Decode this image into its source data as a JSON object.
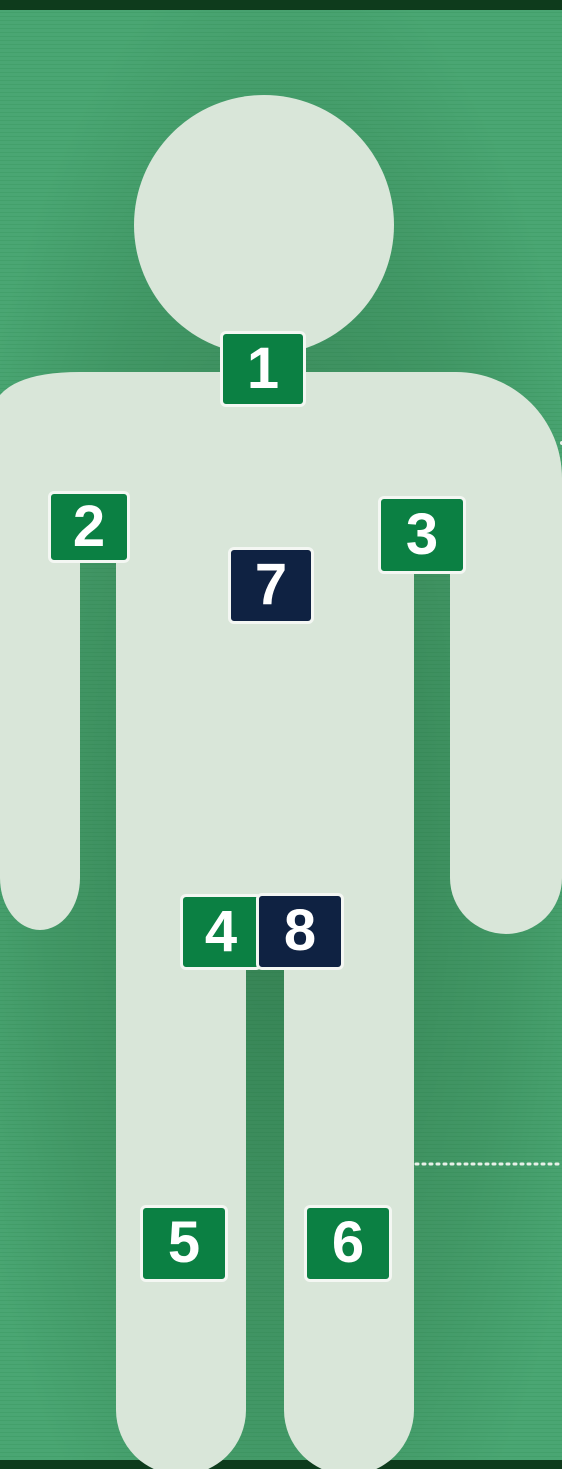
{
  "colors": {
    "background_green": "#4aa673",
    "background_dark": "#0e3b1c",
    "figure_fill": "#d9e6d9",
    "badge_green": "#0b8043",
    "badge_navy": "#0f2242",
    "badge_border": "#f4f7f3"
  },
  "markers": [
    {
      "id": "marker-1",
      "label": "1",
      "color": "green"
    },
    {
      "id": "marker-2",
      "label": "2",
      "color": "green"
    },
    {
      "id": "marker-3",
      "label": "3",
      "color": "green"
    },
    {
      "id": "marker-4",
      "label": "4",
      "color": "green"
    },
    {
      "id": "marker-5",
      "label": "5",
      "color": "green"
    },
    {
      "id": "marker-6",
      "label": "6",
      "color": "green"
    },
    {
      "id": "marker-7",
      "label": "7",
      "color": "navy"
    },
    {
      "id": "marker-8",
      "label": "8",
      "color": "navy"
    }
  ]
}
